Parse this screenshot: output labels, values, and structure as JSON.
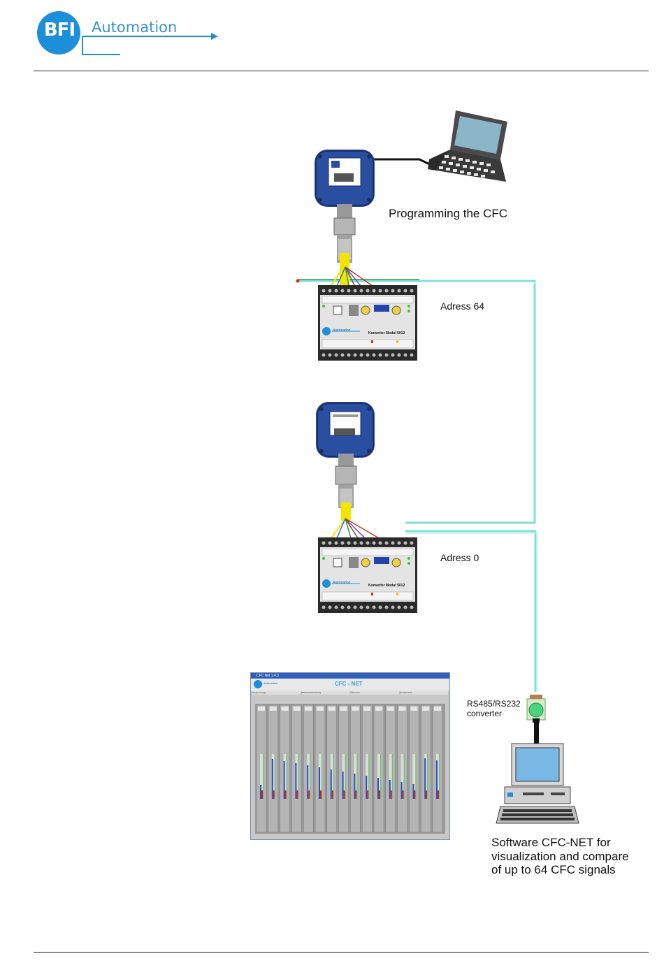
{
  "header": {
    "logo_mark": "BFI",
    "brand_name": "Automation",
    "accent_color": "#1d8fd9"
  },
  "diagram": {
    "labels": {
      "programming": "Programming the CFC",
      "address_top": "Adress 64",
      "address_bottom": "Adress 0",
      "converter": "RS485/RS232\nconverter",
      "software": "Software CFC-NET for\nvisualization and compare\nof up to 64 CFC signals"
    },
    "module": {
      "brand": "Automation",
      "title": "Konverter Modul 5012"
    },
    "software_window": {
      "title": "CFC - NET",
      "window_title": "CFC Net 1.4.3",
      "brand": "Automation",
      "tabs": [
        "Single Anzeige",
        "Mittelwertdarstellung",
        "Übersicht",
        "Konfiguration"
      ]
    },
    "colors": {
      "bus_cable": "#7fe0d8",
      "yellow_cable": "#f2e600",
      "sensor_blue": "#2b4fa0",
      "module_gray": "#e4e4e4"
    }
  }
}
